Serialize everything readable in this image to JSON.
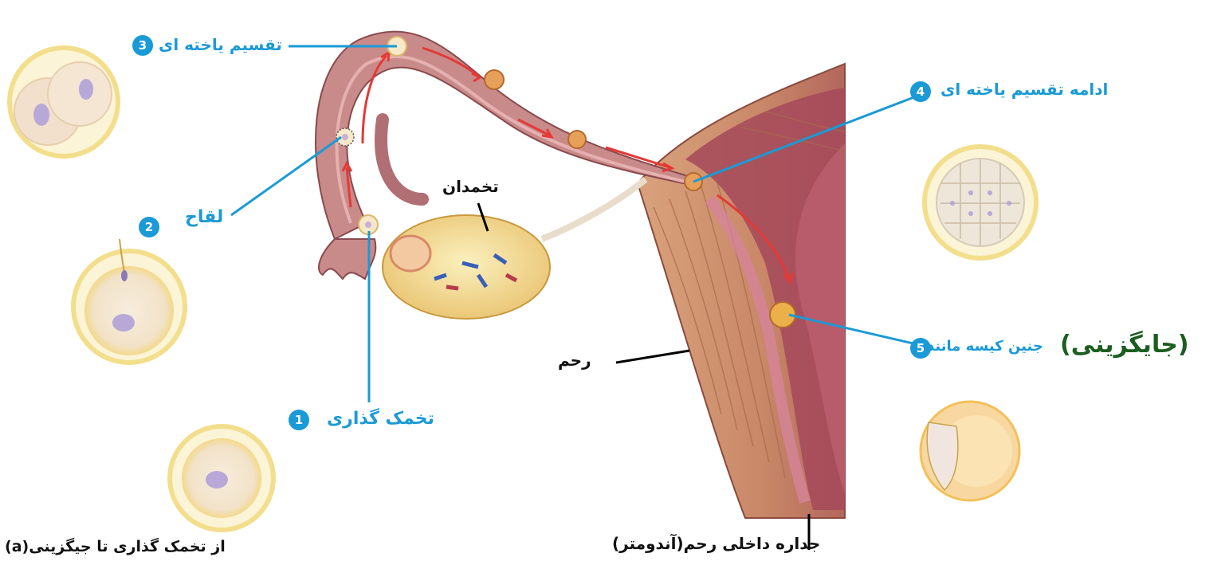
{
  "labels": {
    "ovulation": "تخمک گذاری",
    "fertilization": "لقاح",
    "cell_division": "تقسیم یاخته ای",
    "continued_division": "ادامه تقسیم یاخته ای",
    "blastocyst": "جنین کیسه مانند",
    "implantation": "(جایگزینی)",
    "ovary": "تخمدان",
    "uterus": "رحم",
    "endometrium": "جداره داخلی رحم(آندومتر)",
    "caption": "از تخمک گذاری تا جیگزینی(a)"
  },
  "steps": [
    "1",
    "2",
    "3",
    "4",
    "5"
  ],
  "colors": {
    "accent": "#1a9ad6",
    "arrow": "#e53935",
    "implantation_text": "#1b5e20"
  }
}
